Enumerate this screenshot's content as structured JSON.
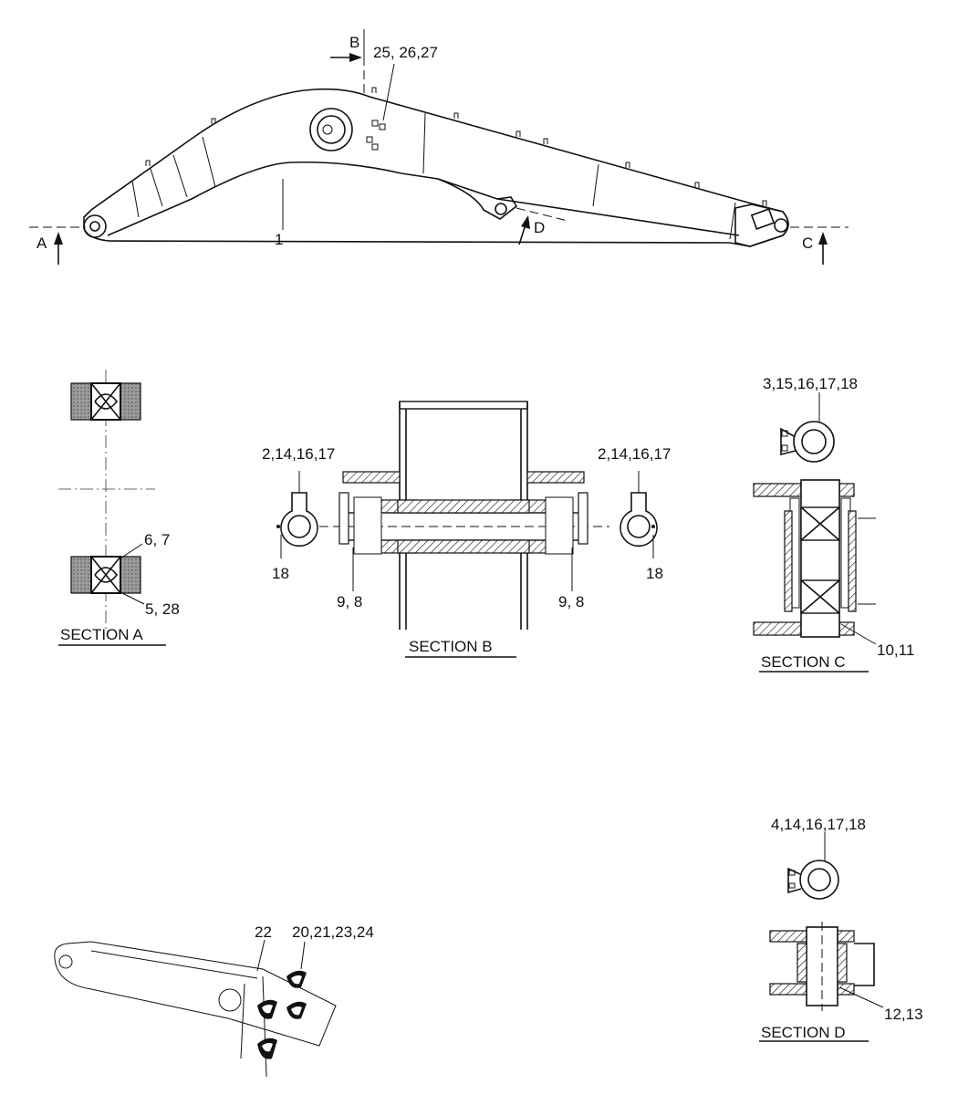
{
  "view_markers": {
    "a": "A",
    "b": "B",
    "c": "C",
    "d": "D"
  },
  "callouts": {
    "boom": "1",
    "pin_group_top": "25, 26,27",
    "sec_b_left_plate": "2,14,16,17",
    "sec_b_right_plate": "2,14,16,17",
    "sec_b_left_bolt": "18",
    "sec_b_right_bolt": "18",
    "sec_b_left_shim": "9, 8",
    "sec_b_right_shim": "9, 8",
    "sec_a_top": "6, 7",
    "sec_a_bottom": "5, 28",
    "sec_c_plate": "3,15,16,17,18",
    "sec_c_bottom": "10,11",
    "sec_d_plate": "4,14,16,17,18",
    "sec_d_bottom": "12,13",
    "detail_22": "22",
    "detail_guards": "20,21,23,24"
  },
  "sections": {
    "a": "SECTION A",
    "b": "SECTION B",
    "c": "SECTION C",
    "d": "SECTION D"
  }
}
